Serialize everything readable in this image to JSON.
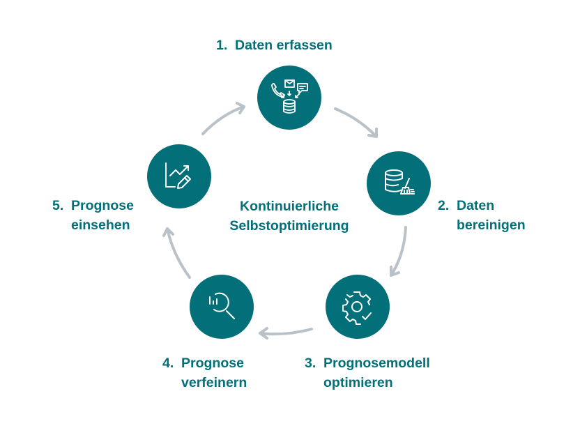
{
  "title": [
    "Kontinuierliche",
    "Selbstoptimierung"
  ],
  "steps": [
    {
      "num": "1.",
      "lines": [
        "Daten erfassen"
      ],
      "icon": "data-collection-icon"
    },
    {
      "num": "2.",
      "lines": [
        "Daten",
        "bereinigen"
      ],
      "icon": "database-cleaning-icon"
    },
    {
      "num": "3.",
      "lines": [
        "Prognosemodell",
        "optimieren"
      ],
      "icon": "gear-check-icon"
    },
    {
      "num": "4.",
      "lines": [
        "Prognose",
        "verfeinern"
      ],
      "icon": "magnifier-chart-icon"
    },
    {
      "num": "5.",
      "lines": [
        "Prognose",
        "einsehen"
      ],
      "icon": "chart-edit-icon"
    }
  ],
  "colors": {
    "accent": "#036f78",
    "arrow": "#b9c1c9"
  }
}
